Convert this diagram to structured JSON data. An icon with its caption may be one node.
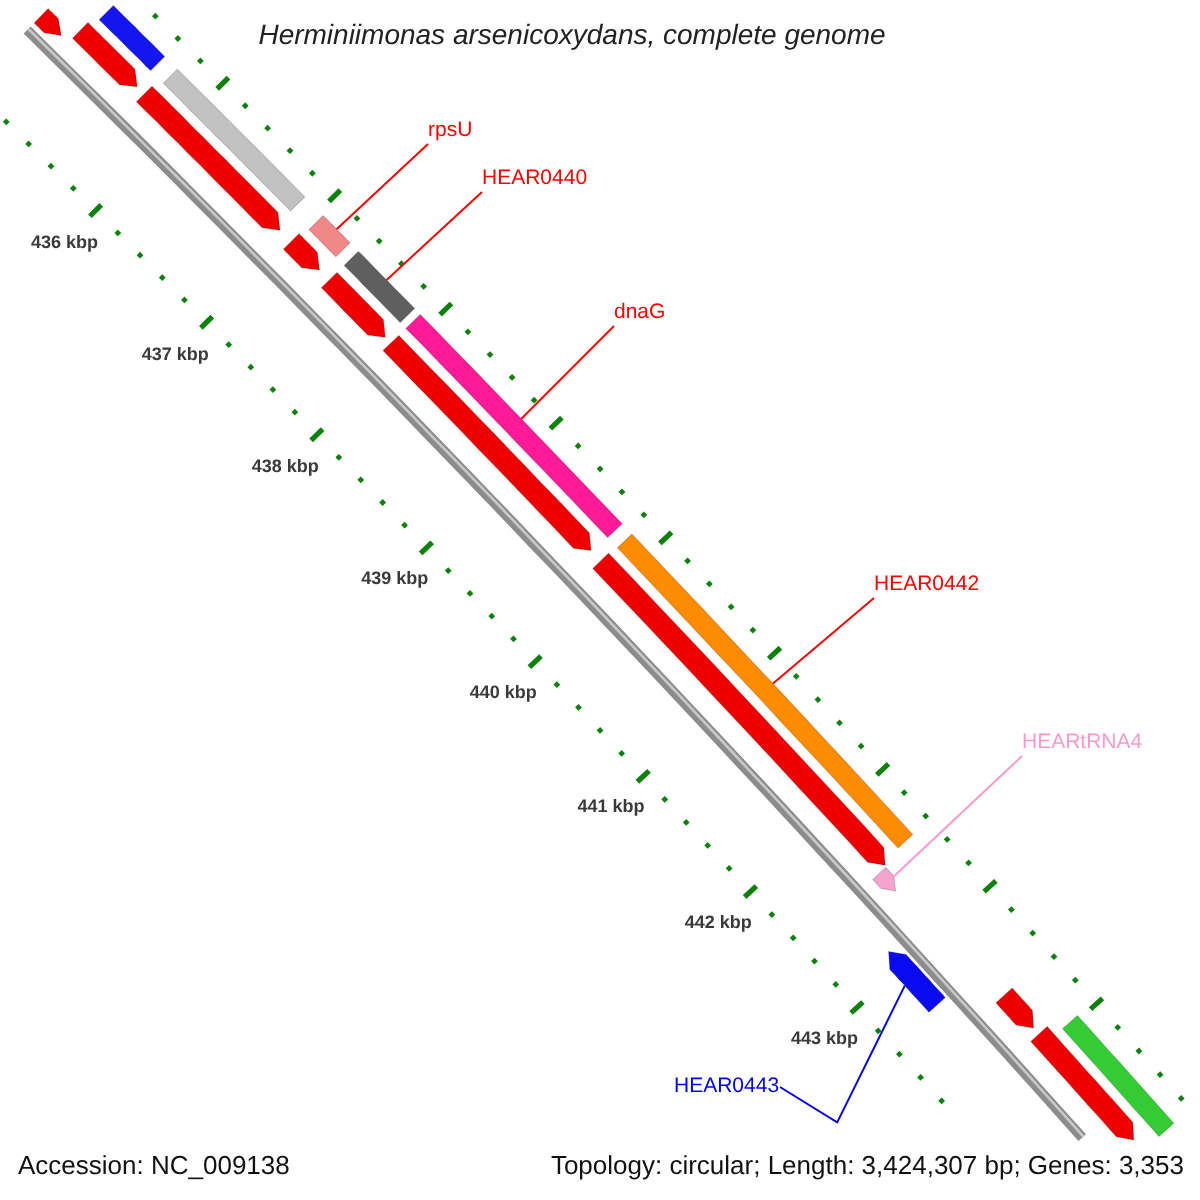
{
  "diagram": {
    "title": "Herminiimonas arsenicoxydans, complete genome",
    "nodes": [
      {
        "text": [
          "rpsU"
        ]
      },
      {
        "text": [
          "HEAR0440"
        ]
      },
      {
        "text": [
          "dnaG"
        ]
      },
      {
        "text": [
          "HEAR0442"
        ]
      },
      {
        "text": [
          "HEARtRNA4"
        ]
      },
      {
        "text": [
          "HEAR0443"
        ]
      },
      {
        "text": [],
        "shape": "arrow"
      },
      {
        "text": [],
        "shape": "bar"
      },
      {
        "text": [],
        "shape": "arrow"
      },
      {
        "text": [],
        "shape": "bar"
      },
      {
        "text": [],
        "shape": "arrow"
      },
      {
        "text": [],
        "shape": "bar"
      },
      {
        "text": [],
        "shape": "arrow"
      },
      {
        "text": [],
        "shape": "bar"
      },
      {
        "text": [],
        "shape": "arrow"
      },
      {
        "text": [],
        "shape": "bar"
      },
      {
        "text": [],
        "shape": "arrow"
      },
      {
        "text": [],
        "shape": "bar"
      },
      {
        "text": [],
        "shape": "arrow"
      },
      {
        "text": [],
        "shape": "arrow"
      },
      {
        "text": [],
        "shape": "arrow"
      },
      {
        "text": [],
        "shape": "arrow"
      },
      {
        "text": [],
        "shape": "bar"
      },
      {
        "text": [],
        "shape": "arrow"
      }
    ],
    "edges": [
      {
        "from": 0,
        "to": 11,
        "arrow": "none"
      },
      {
        "from": 1,
        "to": 13,
        "arrow": "none"
      },
      {
        "from": 2,
        "to": 15,
        "arrow": "none"
      },
      {
        "from": 3,
        "to": 17,
        "arrow": "none"
      },
      {
        "from": 4,
        "to": 19,
        "arrow": "none",
        "color": "#ff99cc"
      },
      {
        "from": 5,
        "to": 20,
        "arrow": "none",
        "color": "#0000ff"
      }
    ],
    "labels": [
      "436 kbp",
      "437 kbp",
      "438 kbp",
      "439 kbp",
      "440 kbp",
      "441 kbp",
      "442 kbp",
      "443 kbp",
      "Accession: NC_009138",
      "Topology: circular; Length: 3,424,307 bp; Genes: 3,353"
    ]
  }
}
